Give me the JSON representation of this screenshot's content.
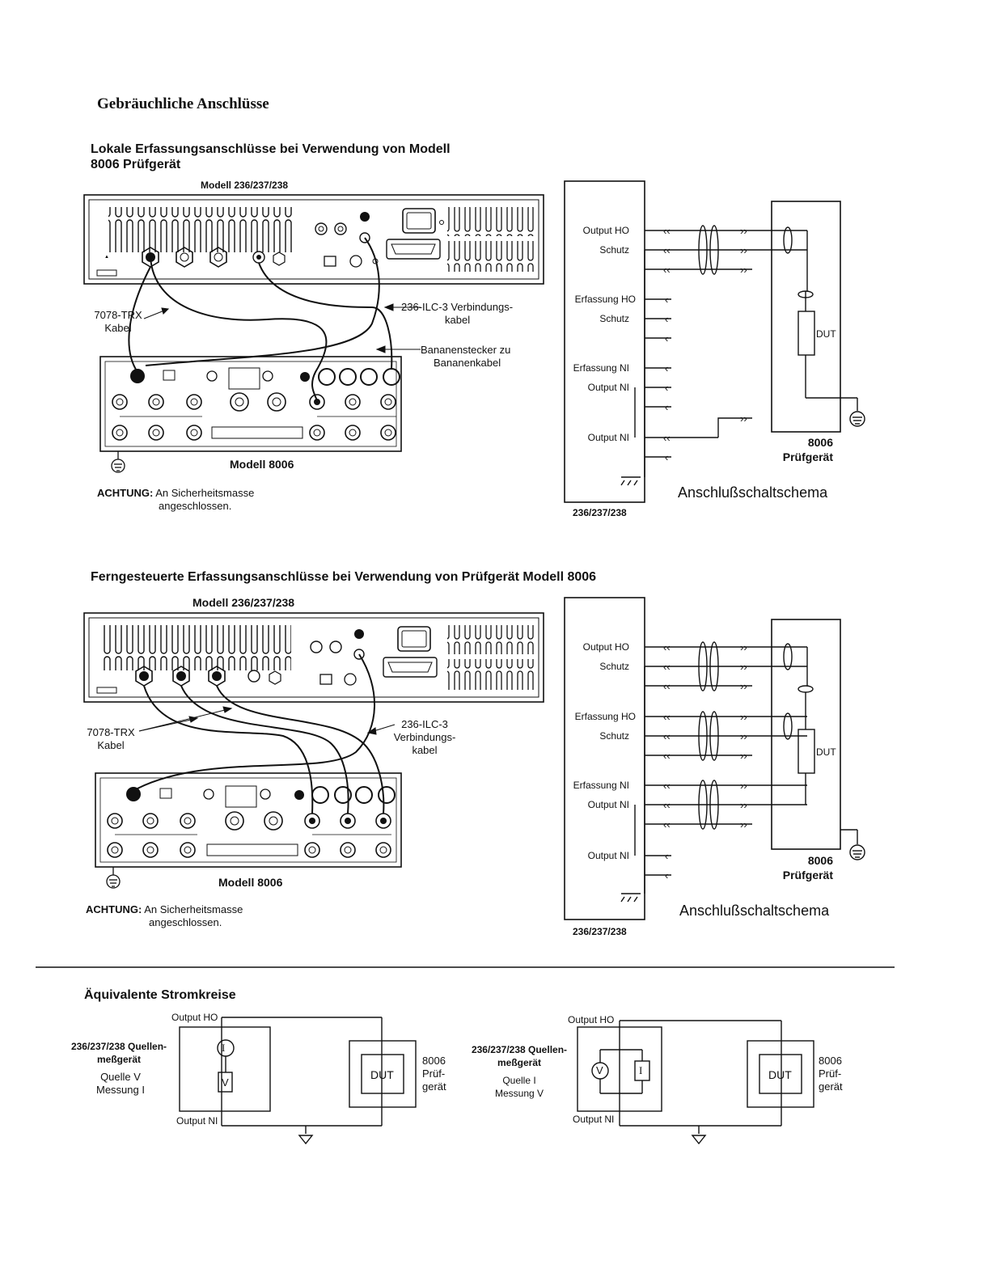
{
  "page_title": "Gebräuchliche Anschlüsse",
  "section1": {
    "title_line1": "Lokale Erfassungsanschlüsse bei Verwendung von Modell",
    "title_line2": "8006 Prüfgerät",
    "panel_model": "Modell 236/237/238",
    "cable_trx_line1": "7078-TRX",
    "cable_trx_line2": "Kabel",
    "cable_ilc_line1": "236-ILC-3 Verbindungs-",
    "cable_ilc_line2": "kabel",
    "banana_line1": "Bananenstecker zu",
    "banana_line2": "Bananenkabel",
    "fixture_model": "Modell 8006",
    "warning_bold": "ACHTUNG:",
    "warning_line1": " An Sicherheitsmasse",
    "warning_line2": "angeschlossen.",
    "schematic": {
      "pins": [
        "Output HO",
        "Schutz",
        "Erfassung HO",
        "Schutz",
        "Erfassung NI",
        "Output NI",
        "Output NI"
      ],
      "dut": "DUT",
      "fixture_line1": "8006",
      "fixture_line2": "Prüfgerät",
      "caption": "Anschlußschaltschema",
      "instrument": "236/237/238"
    }
  },
  "section2": {
    "title": "Ferngesteuerte Erfassungsanschlüsse bei Verwendung von Prüfgerät Modell 8006",
    "panel_model": "Modell 236/237/238",
    "cable_trx_line1": "7078-TRX",
    "cable_trx_line2": "Kabel",
    "cable_ilc_line1": "236-ILC-3",
    "cable_ilc_line2": "Verbindungs-",
    "cable_ilc_line3": "kabel",
    "fixture_model": "Modell 8006",
    "warning_bold": "ACHTUNG:",
    "warning_line1": " An Sicherheitsmasse",
    "warning_line2": "angeschlossen.",
    "schematic": {
      "pins": [
        "Output HO",
        "Schutz",
        "Erfassung HO",
        "Schutz",
        "Erfassung NI",
        "Output NI",
        "Output NI"
      ],
      "dut": "DUT",
      "fixture_line1": "8006",
      "fixture_line2": "Prüfgerät",
      "caption": "Anschlußschaltschema",
      "instrument": "236/237/238"
    }
  },
  "section3": {
    "title": "Äquivalente Stromkreise",
    "left": {
      "output_ho": "Output HO",
      "output_ni": "Output NI",
      "source_line1": "236/237/238 Quellen-",
      "source_line2": "meßgerät",
      "mode_line1": "Quelle V",
      "mode_line2": "Messung I",
      "meter_i": "I",
      "meter_v": "V",
      "dut": "DUT",
      "fixture_line1": "8006",
      "fixture_line2": "Prüf-",
      "fixture_line3": "gerät"
    },
    "right": {
      "output_ho": "Output HO",
      "output_ni": "Output NI",
      "source_line1": "236/237/238 Quellen-",
      "source_line2": "meßgerät",
      "mode_line1": "Quelle I",
      "mode_line2": "Messung V",
      "meter_v": "V",
      "meter_i": "I",
      "dut": "DUT",
      "fixture_line1": "8006",
      "fixture_line2": "Prüf-",
      "fixture_line3": "gerät"
    }
  }
}
